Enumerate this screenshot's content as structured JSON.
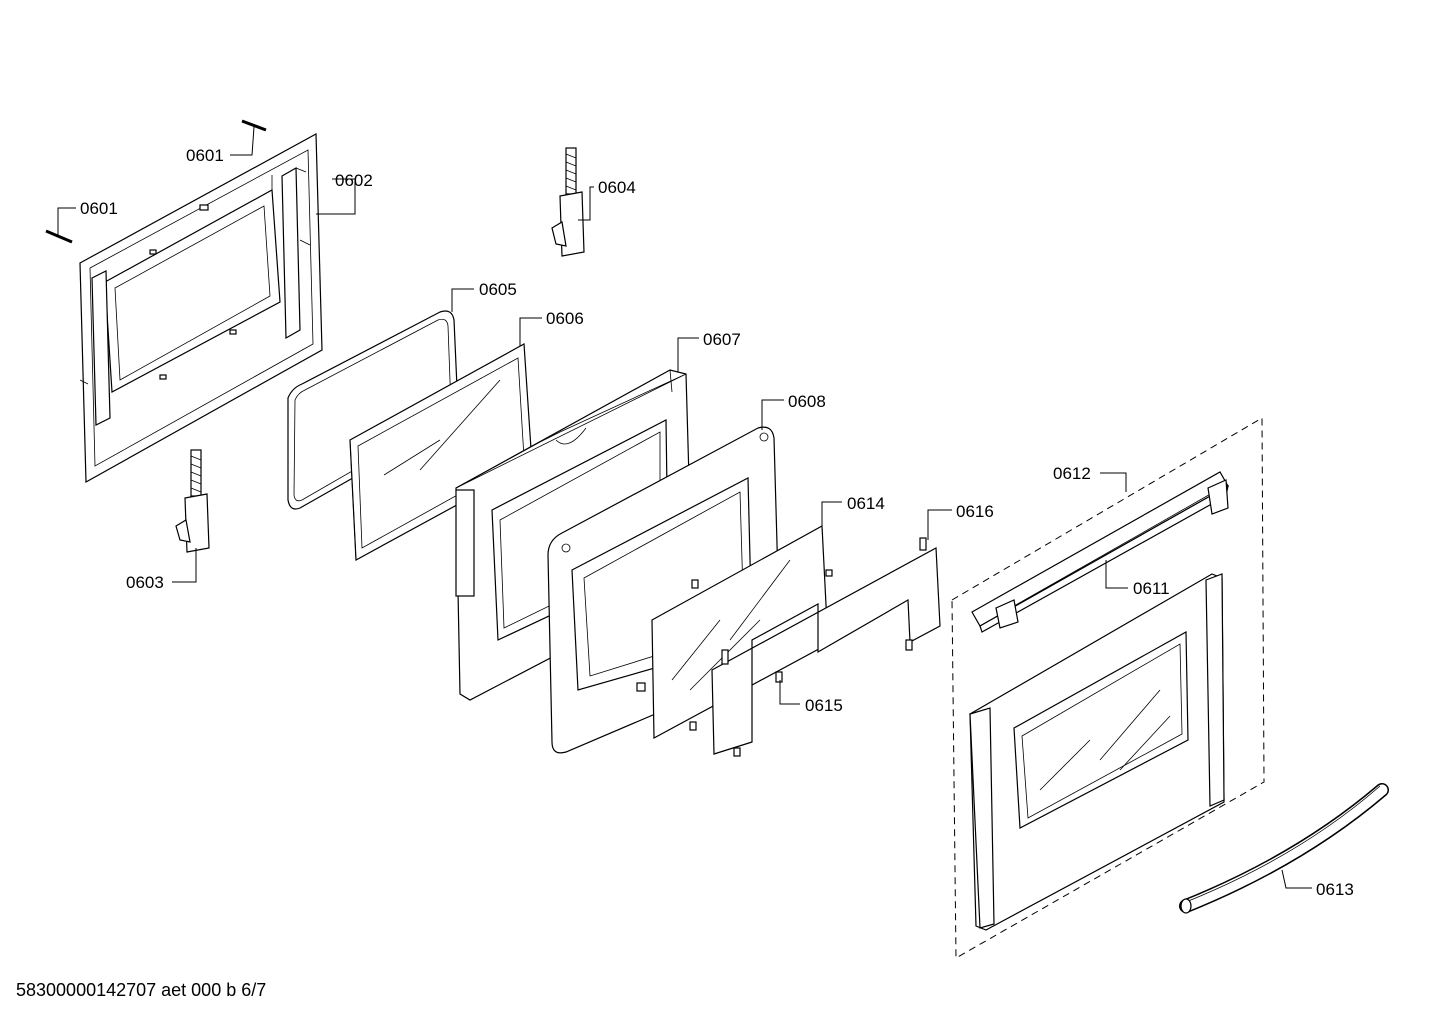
{
  "diagram": {
    "callouts": {
      "p0601a": "0601",
      "p0601b": "0601",
      "p0602": "0602",
      "p0603": "0603",
      "p0604": "0604",
      "p0605": "0605",
      "p0606": "0606",
      "p0607": "0607",
      "p0608": "0608",
      "p0611": "0611",
      "p0612": "0612",
      "p0613": "0613",
      "p0614": "0614",
      "p0615": "0615",
      "p0616": "0616"
    },
    "document_id": "58300000142707 aet 000 b 6/7"
  }
}
